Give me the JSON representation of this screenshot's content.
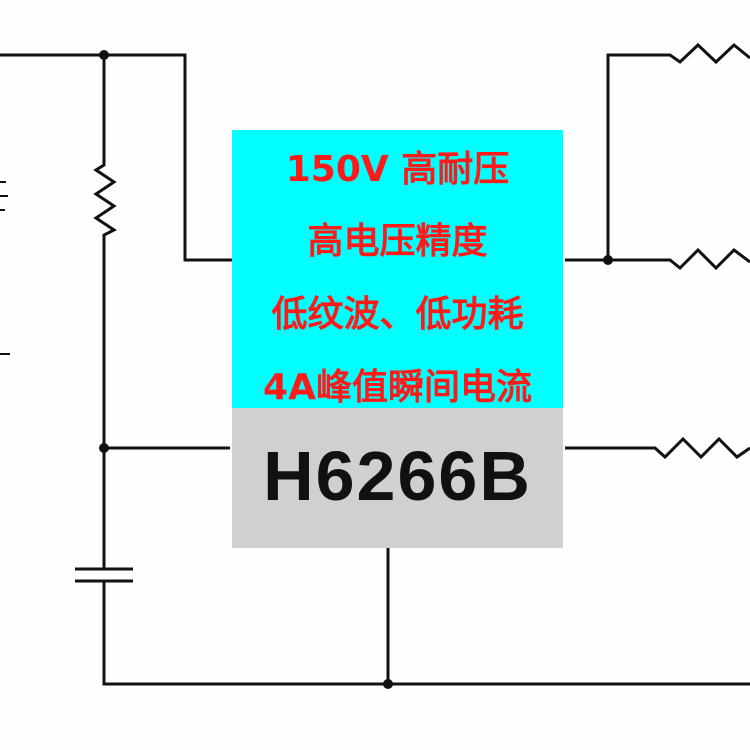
{
  "features": [
    "150V 高耐压",
    "高电压精度",
    "低纹波、低功耗",
    "4A峰值瞬间电流"
  ],
  "chip_name": "H6266B",
  "colors": {
    "feature_bg": "#00ffff",
    "feature_text": "#ff1a1a",
    "chip_bg": "#d0d0d0",
    "wire": "#111111"
  }
}
